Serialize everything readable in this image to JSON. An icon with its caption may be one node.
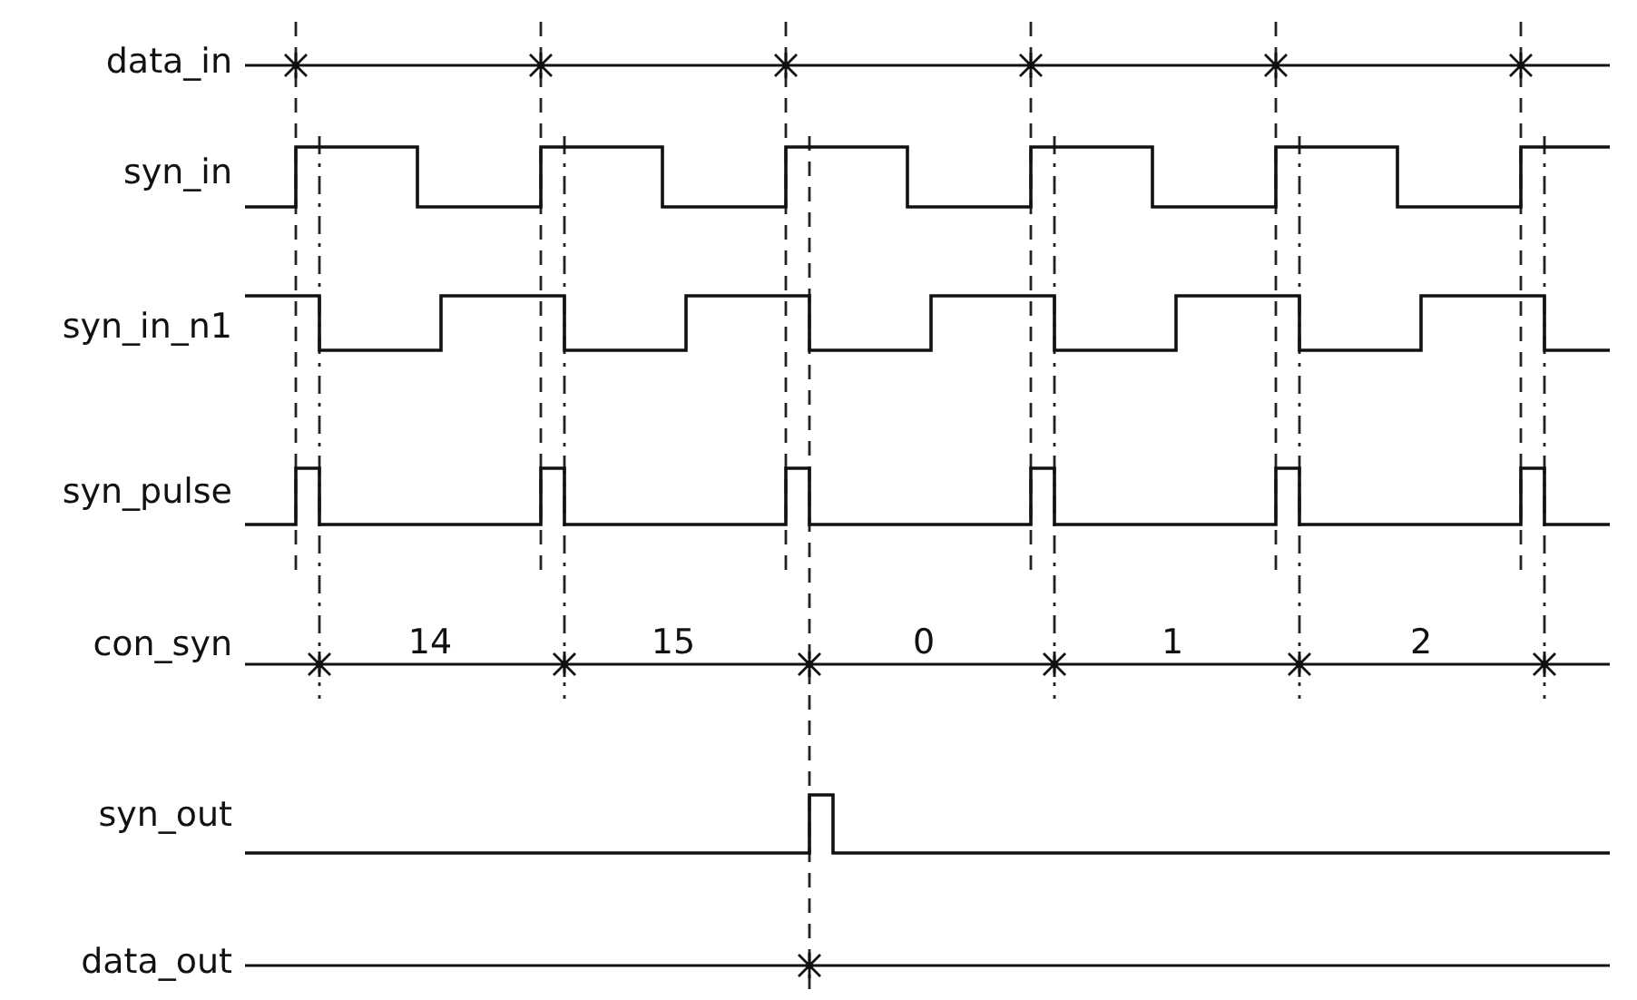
{
  "diagram": {
    "labels": [
      "data_in",
      "syn_in",
      "syn_in_n1",
      "syn_pulse",
      "con_syn",
      "14",
      "15",
      "0",
      "1",
      "2",
      "syn_out",
      "data_out"
    ]
  }
}
